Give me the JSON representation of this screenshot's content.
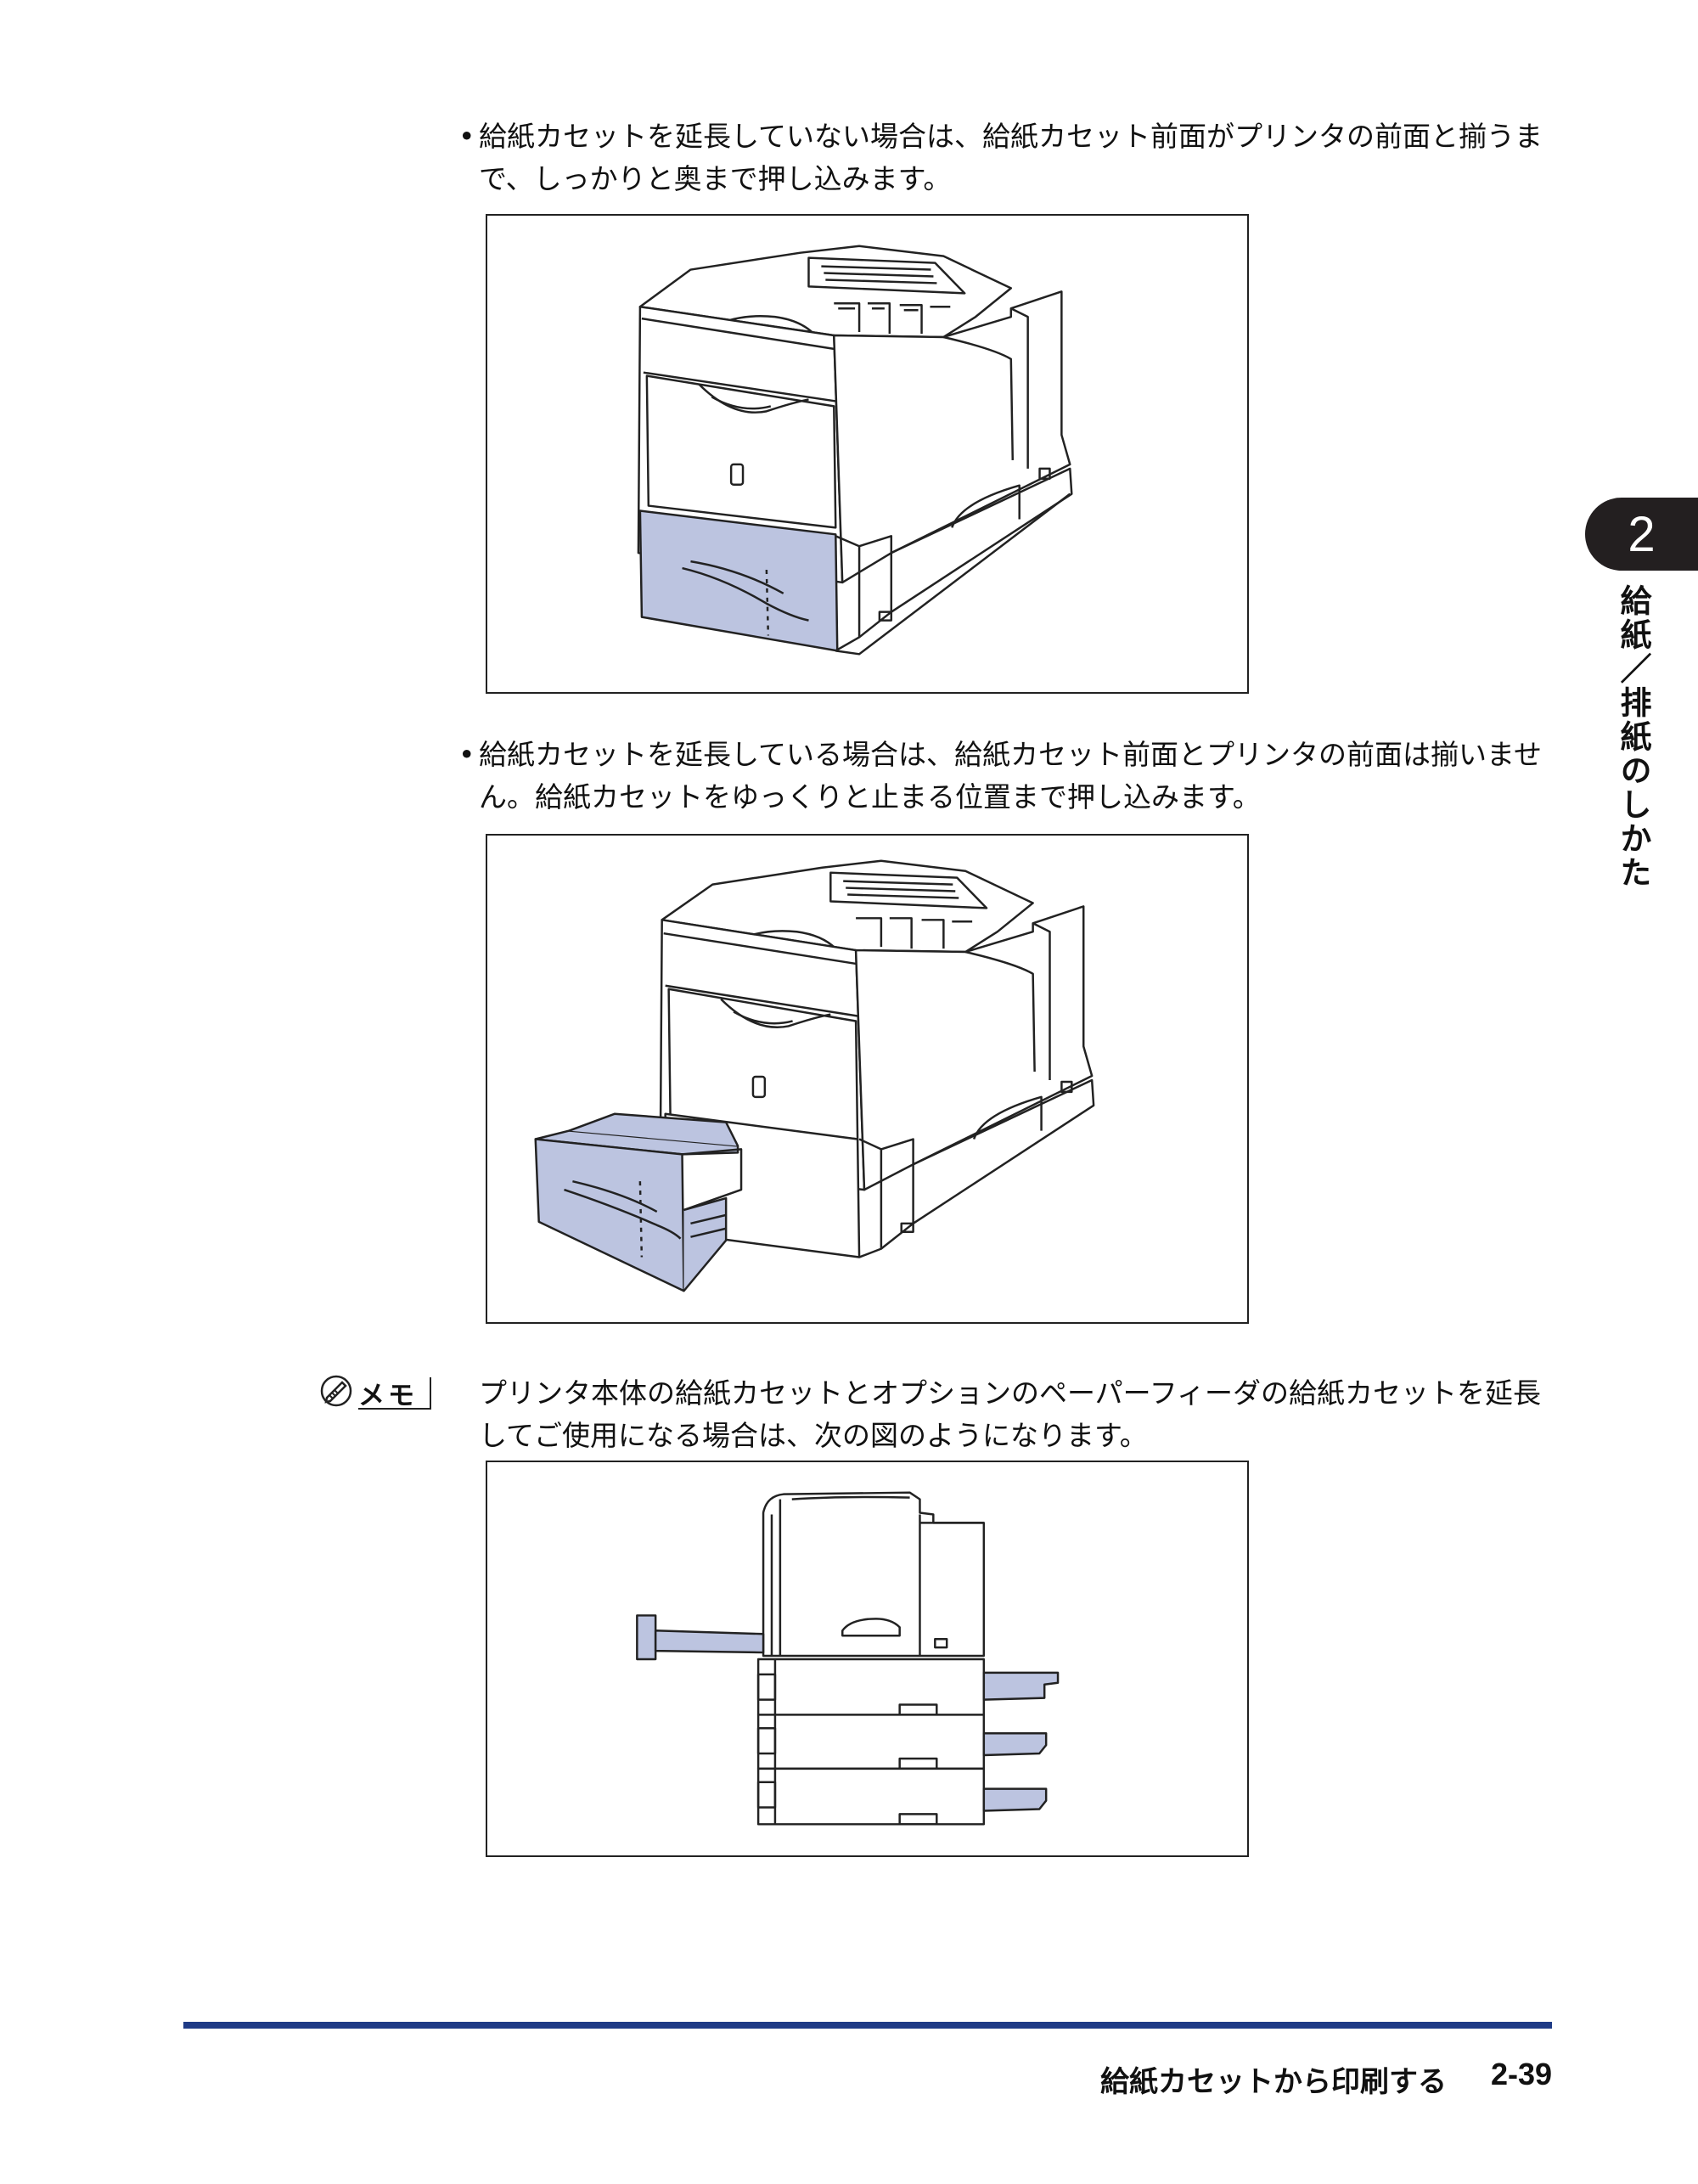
{
  "bullets": [
    {
      "marker": "•",
      "text": "給紙カセットを延長していない場合は、給紙カセット前面がプリンタの前面と揃うまで、しっかりと奥まで押し込みます。"
    },
    {
      "marker": "•",
      "text": "給紙カセットを延長している場合は、給紙カセット前面とプリンタの前面は揃いません。給紙カセットをゆっくりと止まる位置まで押し込みます。"
    }
  ],
  "memo": {
    "label": "メモ",
    "icon": "pencil-icon",
    "text": "プリンタ本体の給紙カセットとオプションのペーパーフィーダの給紙カセットを延長してご使用になる場合は、次の図のようになります。"
  },
  "chapter": {
    "number": "2",
    "title": "給紙／排紙のしかた"
  },
  "footer": {
    "title": "給紙カセットから印刷する",
    "page": "2-39"
  },
  "colors": {
    "highlight": "#bcc4e0",
    "footer_rule": "#1f3b86",
    "tab": "#231f20",
    "line": "#222222"
  },
  "figures": [
    {
      "name": "printer-cassette-inserted-illustration"
    },
    {
      "name": "printer-cassette-extended-illustration"
    },
    {
      "name": "printer-with-feeders-side-illustration"
    }
  ]
}
